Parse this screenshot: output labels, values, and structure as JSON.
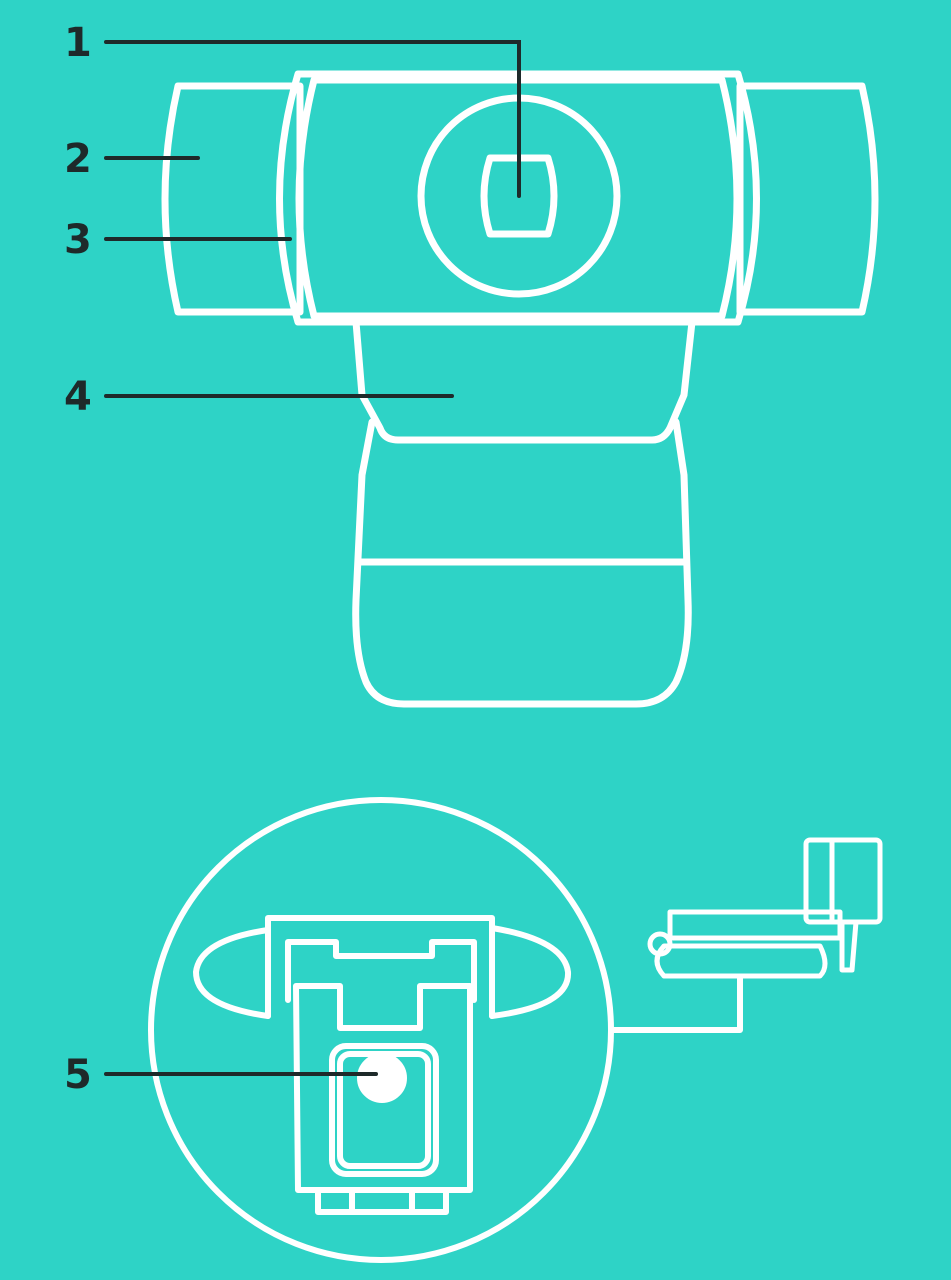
{
  "colors": {
    "background": "#2ED3C6",
    "outline": "#FFFFFF",
    "callout": "#1E2A2A"
  },
  "callouts": [
    {
      "number": "1",
      "part": "lens"
    },
    {
      "number": "2",
      "part": "camera-body-side-panel"
    },
    {
      "number": "3",
      "part": "camera-body-rim"
    },
    {
      "number": "4",
      "part": "mounting-clip"
    },
    {
      "number": "5",
      "part": "tripod-thread"
    }
  ]
}
